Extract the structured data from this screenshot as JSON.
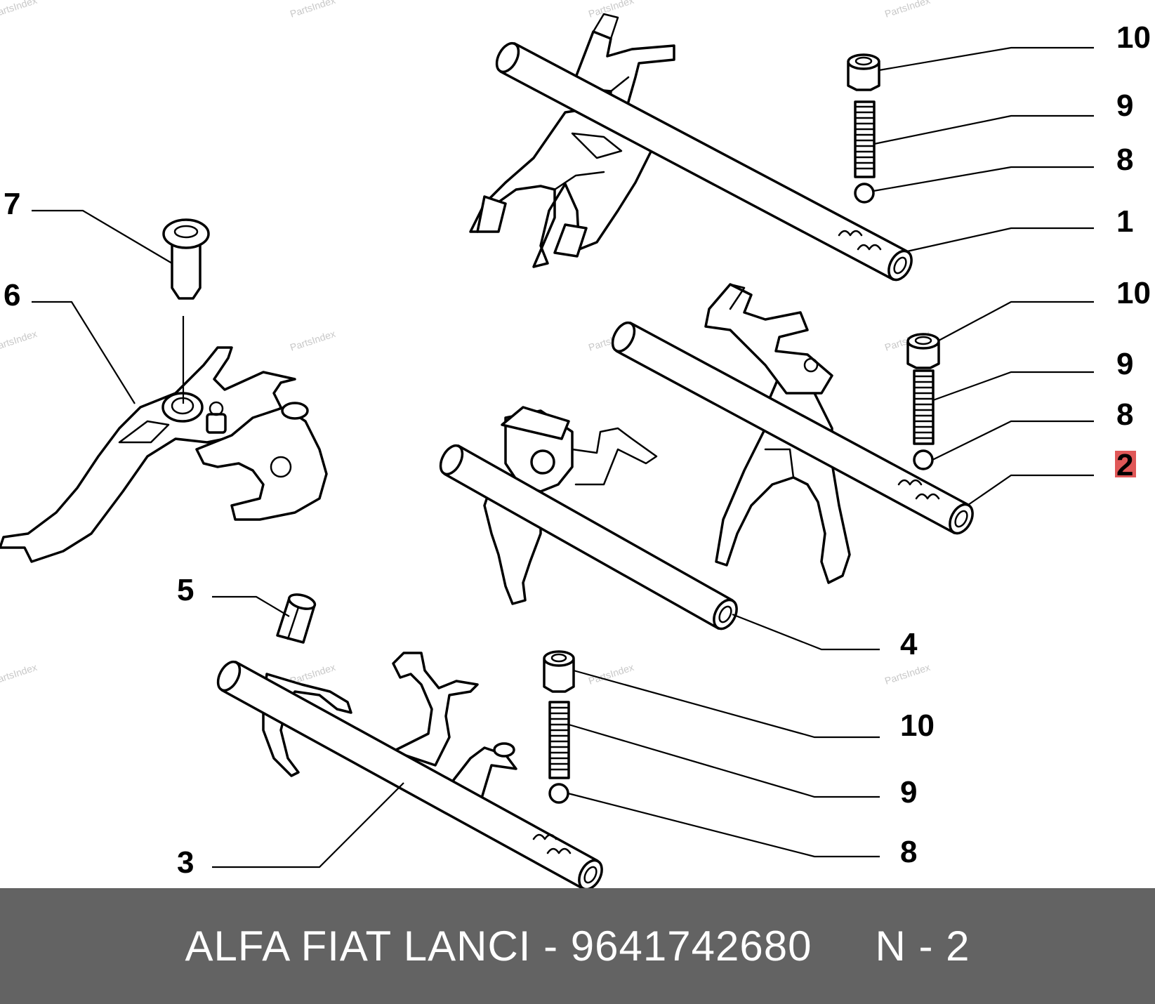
{
  "diagram": {
    "watermark_text": "PartsIndex",
    "callouts": {
      "c1": "1",
      "c2": "2",
      "c3": "3",
      "c4": "4",
      "c5": "5",
      "c6": "6",
      "c7": "7",
      "c8a": "8",
      "c8b": "8",
      "c8c": "8",
      "c9a": "9",
      "c9b": "9",
      "c9c": "9",
      "c10a": "10",
      "c10b": "10",
      "c10c": "10"
    },
    "highlighted_callout": "2",
    "highlight_color": "#e05858"
  },
  "footer": {
    "part_info": "ALFA FIAT LANCI - 9641742680",
    "position": "N - 2",
    "background_color": "#636363"
  }
}
